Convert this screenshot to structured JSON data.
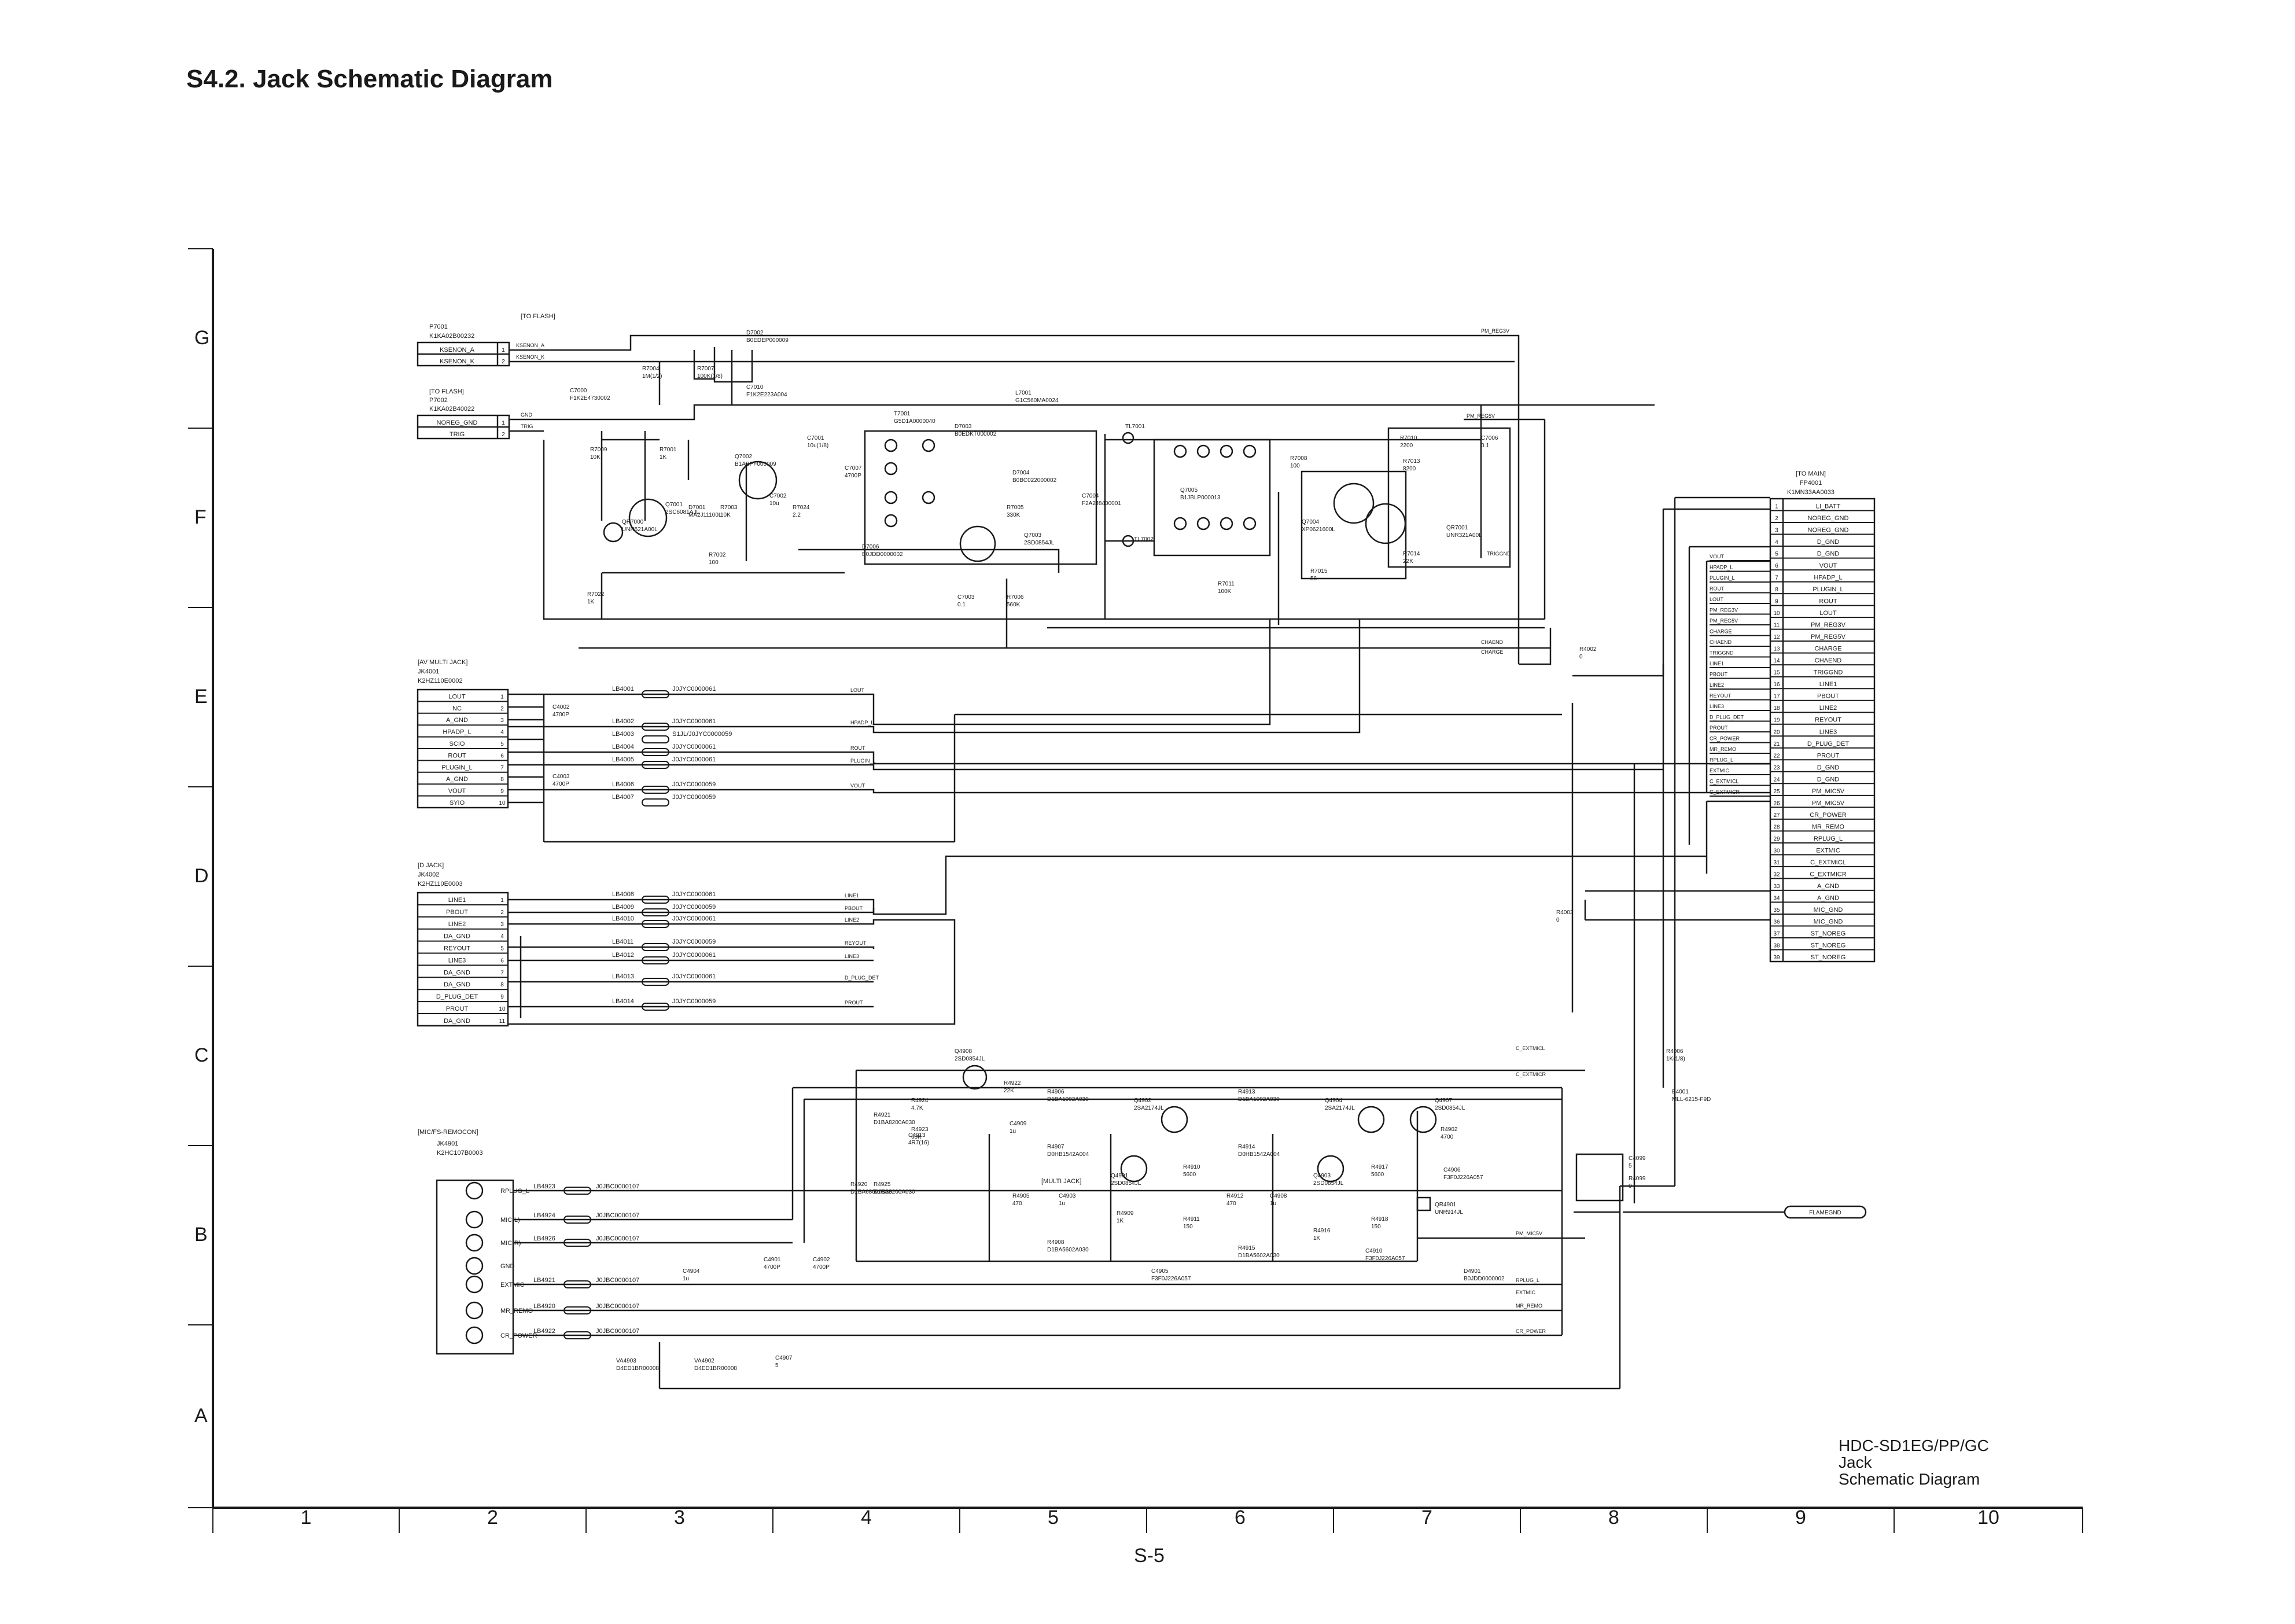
{
  "title": "S4.2. Jack Schematic Diagram",
  "row_labels": [
    "G",
    "F",
    "E",
    "D",
    "C",
    "B",
    "A"
  ],
  "col_labels": [
    "1",
    "2",
    "3",
    "4",
    "5",
    "6",
    "7",
    "8",
    "9",
    "10"
  ],
  "model_block": {
    "model": "HDC-SD1EG/PP/GC",
    "line2": "Jack",
    "line3": "Schematic Diagram"
  },
  "page_number": "S-5",
  "to_flash_label": "[TO FLASH]",
  "p7001": {
    "ref": "P7001",
    "part": "K1KA02B00232",
    "pins": [
      "KSENON_A",
      "KSENON_K"
    ],
    "pin_numbers": [
      "1",
      "2"
    ]
  },
  "p7002": {
    "heading": "[TO FLASH]",
    "ref": "P7002",
    "part": "K1KA02B40022",
    "pins": [
      "NOREG_GND",
      "TRIG"
    ],
    "pin_numbers": [
      "1",
      "2"
    ]
  },
  "jk4001": {
    "heading": "[AV MULTI JACK]",
    "ref": "JK4001",
    "part": "K2HZ110E0002",
    "pins": [
      "LOUT",
      "NC",
      "A_GND",
      "HPADP_L",
      "SCIO",
      "ROUT",
      "PLUGIN_L",
      "A_GND",
      "VOUT",
      "SYIO"
    ],
    "pin_numbers": [
      "1",
      "2",
      "3",
      "4",
      "5",
      "6",
      "7",
      "8",
      "9",
      "10"
    ]
  },
  "jk4002": {
    "heading": "[D JACK]",
    "ref": "JK4002",
    "part": "K2HZ110E0003",
    "pins": [
      "LINE1",
      "PBOUT",
      "LINE2",
      "DA_GND",
      "REYOUT",
      "LINE3",
      "DA_GND",
      "DA_GND",
      "D_PLUG_DET",
      "PROUT",
      "DA_GND"
    ],
    "pin_numbers": [
      "1",
      "2",
      "3",
      "4",
      "5",
      "6",
      "7",
      "8",
      "9",
      "10",
      "11"
    ]
  },
  "jk4901": {
    "heading": "[MIC/FS-REMOCON]",
    "ref": "JK4901",
    "part": "K2HC107B0003"
  },
  "fp4001": {
    "heading": "[TO MAIN]",
    "ref": "FP4001",
    "part": "K1MN33AA0033",
    "pins": [
      "LI_BATT",
      "NOREG_GND",
      "NOREG_GND",
      "D_GND",
      "D_GND",
      "VOUT",
      "HPADP_L",
      "PLUGIN_L",
      "ROUT",
      "LOUT",
      "PM_REG3V",
      "PM_REG5V",
      "CHARGE",
      "CHAEND",
      "TRIGGND",
      "LINE1",
      "PBOUT",
      "LINE2",
      "REYOUT",
      "LINE3",
      "D_PLUG_DET",
      "PROUT",
      "D_GND",
      "D_GND",
      "PM_MIC5V",
      "PM_MIC5V",
      "CR_POWER",
      "MR_REMO",
      "RPLUG_L",
      "EXTMIC",
      "C_EXTMICL",
      "C_EXTMICR",
      "A_GND",
      "A_GND",
      "MIC_GND",
      "MIC_GND",
      "ST_NOREG",
      "ST_NOREG",
      "ST_NOREG"
    ]
  },
  "components": {
    "d7002": [
      "D7002",
      "B0EDEP000009"
    ],
    "c7010": [
      "C7010",
      "F1K2E223A004"
    ],
    "r7004": [
      "R7004",
      "1M(1/2)"
    ],
    "r7007": [
      "R7007",
      "100K(1/8)"
    ],
    "c7000": [
      "C7000",
      "F1K2E4730002"
    ],
    "l7001": [
      "L7001",
      "G1C560MA0024"
    ],
    "t7001": [
      "T7001",
      "G5D1A0000040"
    ],
    "d7003": [
      "D7003",
      "B0EDKT000002"
    ],
    "c7001": [
      "C7001",
      "10u(1/8)"
    ],
    "q7002": [
      "Q7002",
      "B1ABPF000009"
    ],
    "r7009": [
      "R7009",
      "10K"
    ],
    "r7001": [
      "R7001",
      "1K"
    ],
    "q7001": [
      "Q7001",
      "2SC6081AJL"
    ],
    "qr7000": [
      "QR7000",
      "UNR521A00L"
    ],
    "d7001": [
      "D7001",
      "MA2J11100L"
    ],
    "r7003": [
      "R7003",
      "10K"
    ],
    "c7002": [
      "C7002",
      "10u"
    ],
    "c7007": [
      "C7007",
      "4700P"
    ],
    "r7024": [
      "R7024",
      "2.2"
    ],
    "r7002": [
      "R7002",
      "100"
    ],
    "r7022": [
      "R7022",
      "1K"
    ],
    "d7006": [
      "D7006",
      "B0JDD0000002"
    ],
    "d7004": [
      "D7004",
      "B0BC022000002"
    ],
    "r7005": [
      "R7005",
      "330K"
    ],
    "q7003": [
      "Q7003",
      "2SD0854JL"
    ],
    "c7003": [
      "C7003",
      "0.1"
    ],
    "r7006": [
      "R7006",
      "560K"
    ],
    "c7004": [
      "C7004",
      "F2A2J8400001"
    ],
    "tl7001": [
      "TL7001",
      ""
    ],
    "tl7002": [
      "TL7002",
      ""
    ],
    "q7005": [
      "Q7005",
      "B1JBLP000013"
    ],
    "r7008": [
      "R7008",
      "100"
    ],
    "r7011": [
      "R7011",
      "100K"
    ],
    "q7004": [
      "Q7004",
      "XP0621600L"
    ],
    "r7015": [
      "R7015",
      "56"
    ],
    "r7010": [
      "R7010",
      "2200"
    ],
    "r7013": [
      "R7013",
      "8200"
    ],
    "r7014": [
      "R7014",
      "22K"
    ],
    "c7006": [
      "C7006",
      "0.1"
    ],
    "qr7001": [
      "QR7001",
      "UNR321A00L"
    ],
    "r4002": [
      "R4002",
      "0"
    ],
    "r4003": [
      "R4003",
      "0"
    ],
    "r4006": [
      "R4006",
      "1K(1/8)"
    ],
    "b4001": [
      "B4001",
      "MLL-6215-F9D"
    ],
    "c4099": [
      "C4099",
      "5"
    ],
    "r4099": [
      "R4099",
      "0"
    ],
    "c4002": [
      "C4002",
      "4700P"
    ],
    "c4003": [
      "C4003",
      "4700P"
    ],
    "q4908": [
      "Q4908",
      "2SD0854JL"
    ],
    "r4922": [
      "R4922",
      "22K"
    ],
    "r4924": [
      "R4924",
      "4.7K"
    ],
    "r4923": [
      "R4923",
      "68K"
    ],
    "c4909": [
      "C4909",
      "1u"
    ],
    "c4913": [
      "C4913",
      "4R7(16)"
    ],
    "r4921": [
      "R4921",
      "D1BA8200A030"
    ],
    "r4920": [
      "R4920",
      "D1BA6800A030"
    ],
    "r4925": [
      "R4925",
      "D1BA8200A030"
    ],
    "r4906": [
      "R4906",
      "D1BA1002A030"
    ],
    "r4907": [
      "R4907",
      "D0HB1542A004"
    ],
    "q4902": [
      "Q4902",
      "2SA2174JL"
    ],
    "q4901": [
      "Q4901",
      "2SD0854JL"
    ],
    "r4910": [
      "R4910",
      "5600"
    ],
    "r4905": [
      "R4905",
      "470"
    ],
    "c4903": [
      "C4903",
      "1u"
    ],
    "r4909": [
      "R4909",
      "1K"
    ],
    "r4911": [
      "R4911",
      "150"
    ],
    "r4908": [
      "R4908",
      "D1BA5602A030"
    ],
    "c4905": [
      "C4905",
      "F3F0J226A057"
    ],
    "r4913": [
      "R4913",
      "D1BA1002A030"
    ],
    "r4914": [
      "R4914",
      "D0HB1542A004"
    ],
    "q4904": [
      "Q4904",
      "2SA2174JL"
    ],
    "q4903": [
      "Q4903",
      "2SD0854JL"
    ],
    "r4912": [
      "R4912",
      "470"
    ],
    "c4908": [
      "C4908",
      "1u"
    ],
    "r4915": [
      "R4915",
      "D1BA5602A030"
    ],
    "r4916": [
      "R4916",
      "1K"
    ],
    "r4917": [
      "R4917",
      "5600"
    ],
    "r4918": [
      "R4918",
      "150"
    ],
    "c4910": [
      "C4910",
      "F3F0J226A057"
    ],
    "q4907": [
      "Q4907",
      "2SD0854JL"
    ],
    "r4902": [
      "R4902",
      "4700"
    ],
    "c4906": [
      "C4906",
      "F3F0J226A057"
    ],
    "qr4901": [
      "QR4901",
      "UNR914JL"
    ],
    "d4901": [
      "D4901",
      "B0JDD0000002"
    ],
    "c4901": [
      "C4901",
      "4700P"
    ],
    "c4902": [
      "C4902",
      "4700P"
    ],
    "c4904": [
      "C4904",
      "1u"
    ],
    "c4907": [
      "C4907",
      "5"
    ],
    "va4903": [
      "VA4903",
      "D4ED1BR00008"
    ],
    "va4902": [
      "VA4902",
      "D4ED1BR00008"
    ]
  },
  "multi_jack_sub": "[MULTI JACK]",
  "lb_av": [
    [
      "LB4001",
      "J0JYC0000061"
    ],
    [
      "LB4002",
      "J0JYC0000061"
    ],
    [
      "LB4003",
      "S1JL/J0JYC0000059"
    ],
    [
      "LB4004",
      "J0JYC0000061"
    ],
    [
      "LB4005",
      "J0JYC0000061"
    ],
    [
      "LB4006",
      "J0JYC0000059"
    ],
    [
      "LB4007",
      "J0JYC0000059"
    ]
  ],
  "lb_d": [
    [
      "LB4008",
      "J0JYC0000061"
    ],
    [
      "LB4009",
      "J0JYC0000059"
    ],
    [
      "LB4010",
      "J0JYC0000061"
    ],
    [
      "LB4011",
      "J0JYC0000059"
    ],
    [
      "LB4012",
      "J0JYC0000061"
    ],
    [
      "LB4013",
      "J0JYC0000061"
    ],
    [
      "LB4014",
      "J0JYC0000059"
    ]
  ],
  "lb_mic": [
    [
      "LB4923",
      "J0JBC0000107"
    ],
    [
      "LB4924",
      "J0JBC0000107"
    ],
    [
      "LB4926",
      "J0JBC0000107"
    ],
    [
      "LB4921",
      "J0JBC0000107"
    ],
    [
      "LB4920",
      "J0JBC0000107"
    ],
    [
      "LB4922",
      "J0JBC0000107"
    ]
  ],
  "mic_pins": [
    "RPLUG_L",
    "MIC(L)",
    "MIC(R)",
    "GND",
    "EXTMIC",
    "MR_REMO",
    "CR_POWER"
  ],
  "av_net_labels": [
    "LOUT",
    "HPADP_L",
    "ROUT",
    "PLUGIN_L",
    "VOUT"
  ],
  "d_net_labels": [
    "LINE1",
    "PBOUT",
    "LINE2",
    "REYOUT",
    "LINE3",
    "D_PLUG_DET",
    "PROUT"
  ],
  "mic_net_labels": [
    "C_EXTMICL",
    "C_EXTMICR",
    "PM_MIC5V",
    "RPLUG_L",
    "EXTMIC",
    "MR_REMO",
    "CR_POWER"
  ],
  "top_net_labels": [
    "PM_REG3V",
    "PM_REG5V",
    "TRIGGND",
    "CHAEND",
    "CHARGE",
    "KSENON_A",
    "KSENON_K",
    "GND",
    "TRIG"
  ],
  "fp_side_labels": [
    "VOUT",
    "HPADP_L",
    "PLUGIN_L",
    "ROUT",
    "LOUT",
    "PM_REG3V",
    "PM_REG5V",
    "CHARGE",
    "CHAEND",
    "TRIGGND",
    "LINE1",
    "PBOUT",
    "LINE2",
    "REYOUT",
    "LINE3",
    "D_PLUG_DET",
    "PROUT",
    "CR_POWER",
    "MR_REMO",
    "RPLUG_L",
    "EXTMIC",
    "C_EXTMICL",
    "C_EXTMICR"
  ],
  "flamegnd_label": "FLAMEGND",
  "colors": {
    "ink": "#1a1a1a",
    "paper": "#ffffff"
  }
}
